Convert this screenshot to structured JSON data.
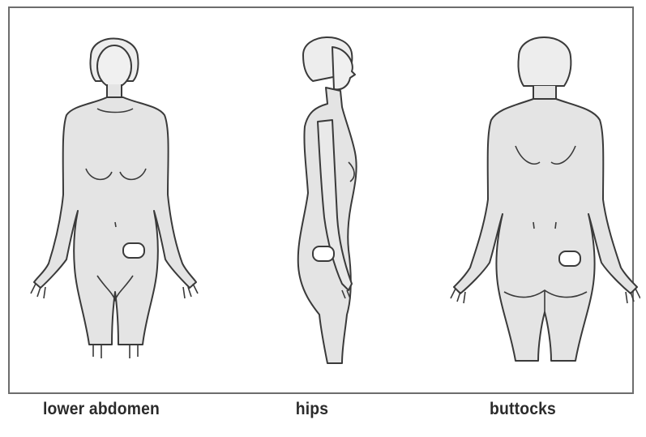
{
  "figures": [
    {
      "label": "lower abdomen",
      "view": "front"
    },
    {
      "label": "hips",
      "view": "side"
    },
    {
      "label": "buttocks",
      "view": "back"
    }
  ],
  "colors": {
    "body_fill": "#e4e4e4",
    "outline": "#3a3a3a",
    "frame_border": "#6d6d6d",
    "caption_text": "#2b2b2b"
  }
}
